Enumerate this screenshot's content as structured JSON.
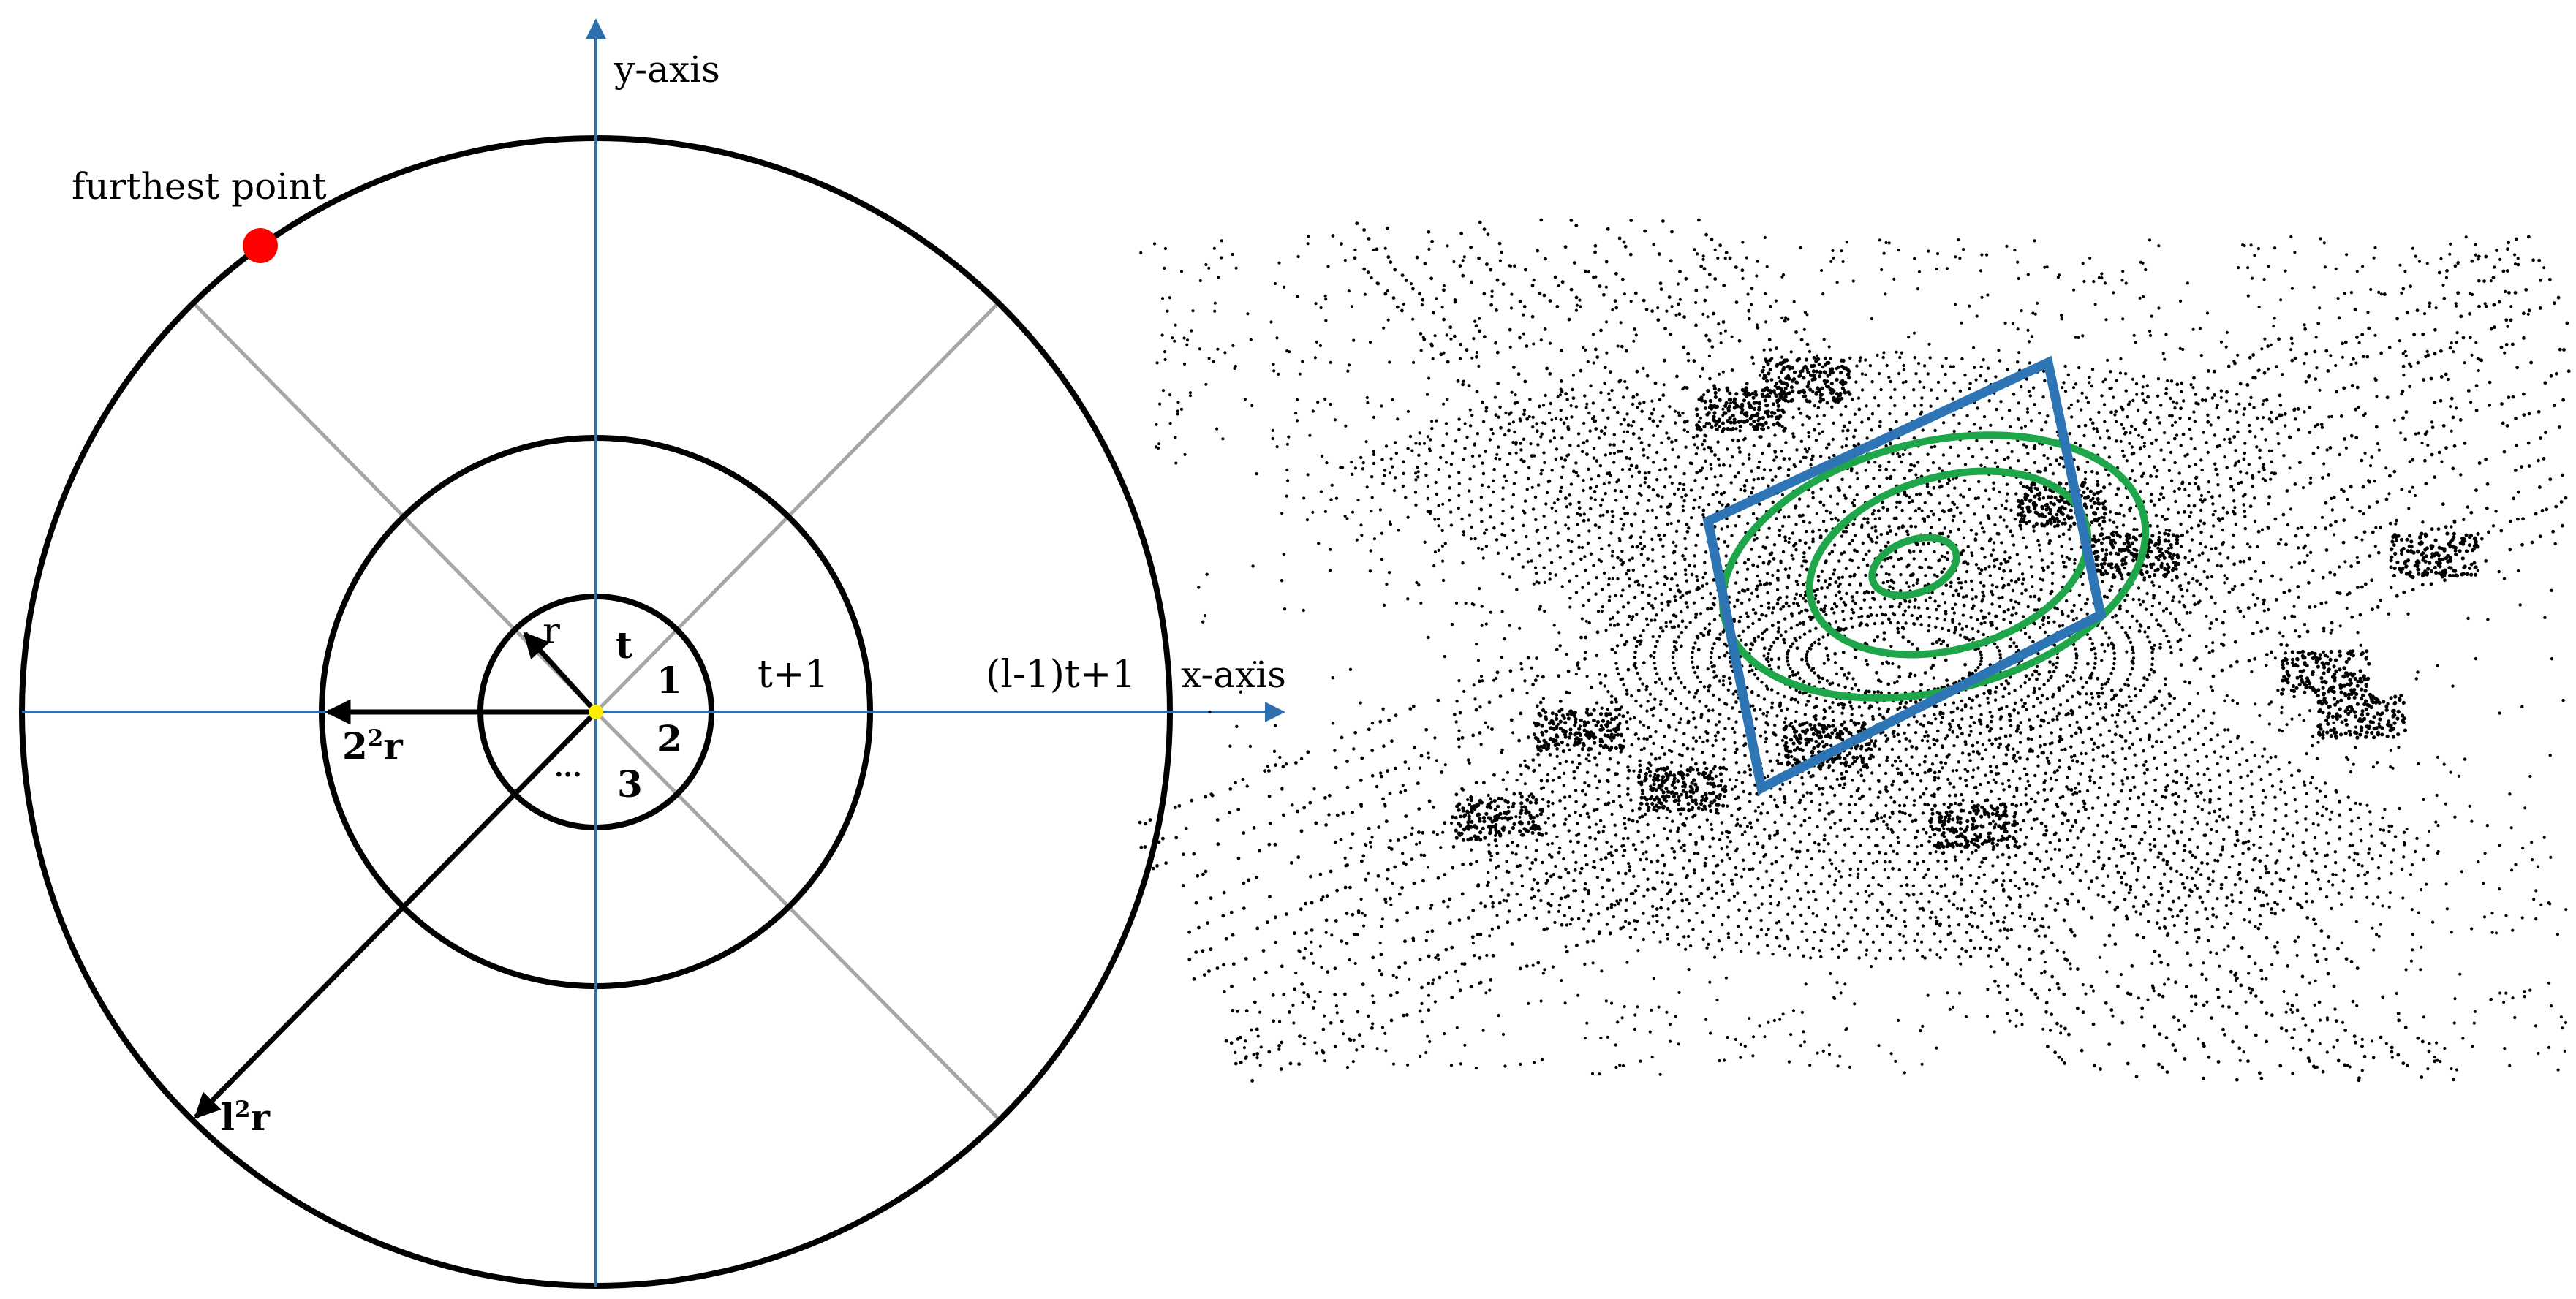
{
  "left_diagram": {
    "y_axis_label": "y-axis",
    "x_axis_label": "x-axis",
    "furthest_point_label": "furthest point",
    "r_label": "r",
    "ring2_label_base": "2",
    "ring2_label_exp": "2",
    "ring2_label_tail": "r",
    "outer_label_base": "l",
    "outer_label_exp": "2",
    "outer_label_tail": "r",
    "sector_t": "t",
    "sector_1": "1",
    "sector_2": "2",
    "sector_3": "3",
    "sector_dots": "...",
    "sector_t_plus_1": "t+1",
    "sector_outer": "(l-1)t+1",
    "colors": {
      "axis": "#2e6fad",
      "circle": "#000000",
      "divider": "#a6a6a6",
      "furthest_point": "#ff0000",
      "origin": "#ffee00"
    }
  },
  "right_image": {
    "description_icon": "lidar-point-cloud",
    "colors": {
      "points": "#000000",
      "box": "#2e75b6",
      "rings": "#1fa64a"
    }
  }
}
